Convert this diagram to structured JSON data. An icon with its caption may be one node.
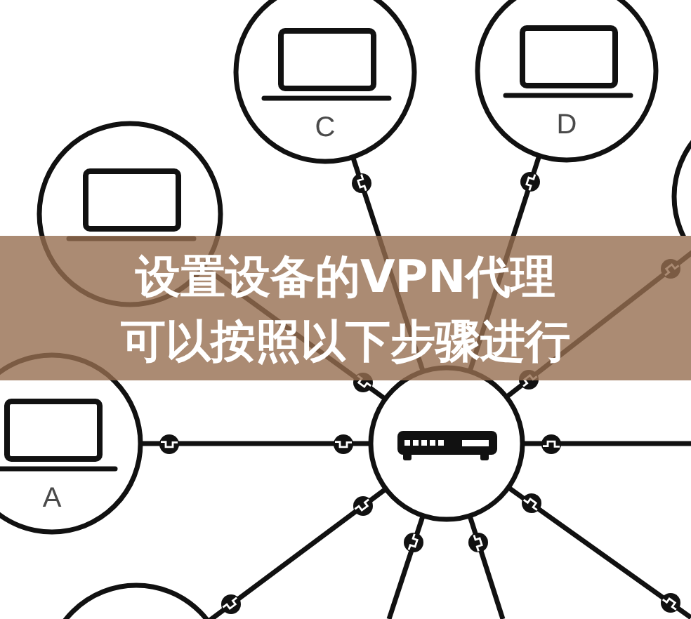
{
  "diagram": {
    "title": "设置设备的VPN代理可以按照以下步骤进行",
    "nodes": [
      {
        "text": [
          "C"
        ]
      },
      {
        "text": [
          "D"
        ]
      },
      {
        "text": [],
        "shape": "circle"
      },
      {
        "text": [],
        "shape": "circle"
      },
      {
        "text": [
          "A"
        ]
      },
      {
        "text": [],
        "shape": "circle"
      },
      {
        "text": [],
        "shape": "circle"
      }
    ],
    "edges": [
      {
        "from": 5,
        "to": 0,
        "arrow": "none"
      },
      {
        "from": 5,
        "to": 1,
        "arrow": "none"
      },
      {
        "from": 5,
        "to": 2,
        "arrow": "none"
      },
      {
        "from": 5,
        "to": 3,
        "arrow": "none"
      },
      {
        "from": 5,
        "to": 4,
        "arrow": "none"
      },
      {
        "from": 5,
        "to": null,
        "arrow": "none"
      },
      {
        "from": 5,
        "to": 6,
        "arrow": "none"
      },
      {
        "from": 5,
        "to": null,
        "arrow": "none"
      },
      {
        "from": 5,
        "to": null,
        "arrow": "none"
      },
      {
        "from": 5,
        "to": null,
        "arrow": "none"
      }
    ]
  }
}
